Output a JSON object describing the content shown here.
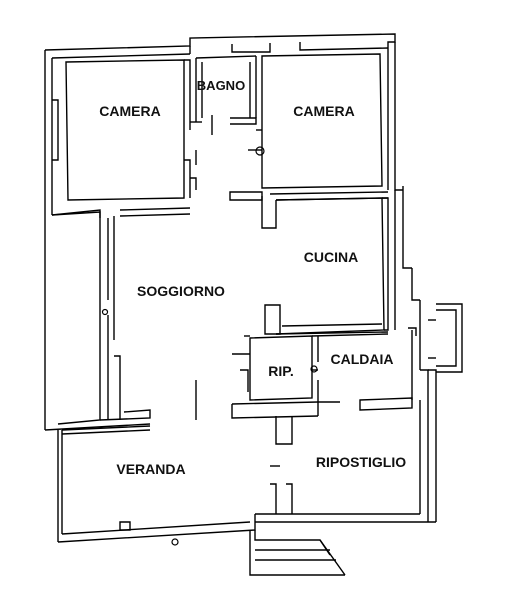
{
  "floor_plan": {
    "rooms": [
      {
        "id": "camera-left",
        "label": "CAMERA"
      },
      {
        "id": "bagno",
        "label": "BAGNO"
      },
      {
        "id": "camera-right",
        "label": "CAMERA"
      },
      {
        "id": "cucina",
        "label": "CUCINA"
      },
      {
        "id": "soggiorno",
        "label": "SOGGIORNO"
      },
      {
        "id": "rip",
        "label": "RIP."
      },
      {
        "id": "caldaia",
        "label": "CALDAIA"
      },
      {
        "id": "veranda",
        "label": "VERANDA"
      },
      {
        "id": "ripostiglio",
        "label": "RIPOSTIGLIO"
      }
    ],
    "colors": {
      "wall_stroke": "#000000",
      "background": "#ffffff",
      "text": "#111111"
    }
  }
}
